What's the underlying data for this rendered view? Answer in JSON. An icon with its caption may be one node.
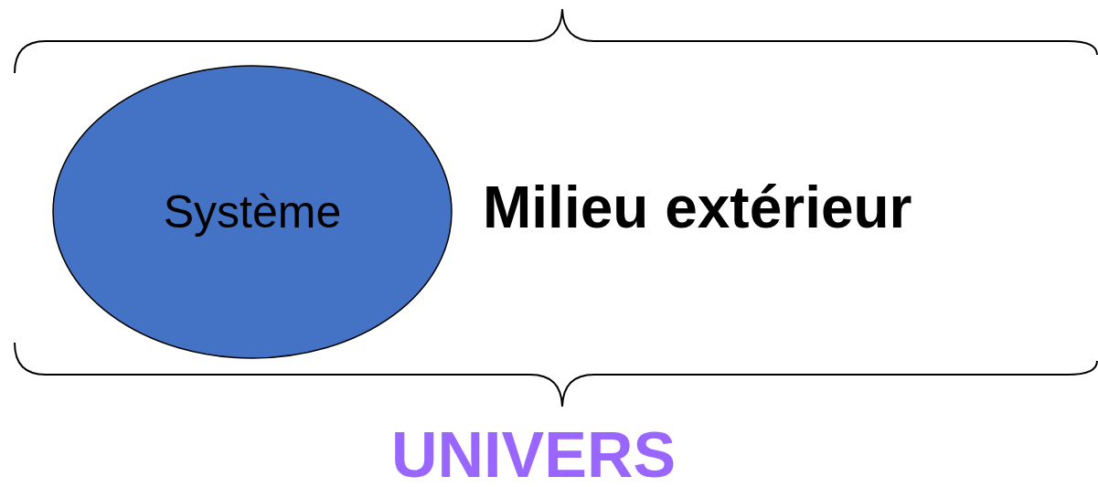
{
  "diagram": {
    "nodes": [
      {
        "text": [
          "Système"
        ]
      }
    ],
    "labels": [
      "Milieu extérieur",
      "UNIVERS"
    ]
  }
}
